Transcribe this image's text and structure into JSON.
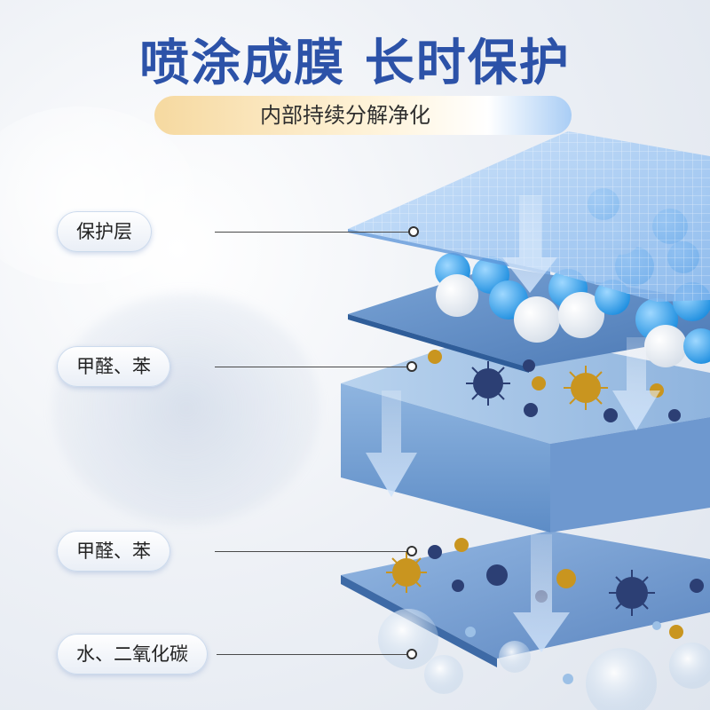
{
  "header": {
    "title": "喷涂成膜 长时保护",
    "subtitle": "内部持续分解净化"
  },
  "labels": [
    {
      "text": "保护层"
    },
    {
      "text": "甲醛、苯"
    },
    {
      "text": "甲醛、苯"
    },
    {
      "text": "水、二氧化碳"
    }
  ],
  "colors": {
    "title": "#2c52a8",
    "layer_top": "#9ec6f3",
    "layer_mid": "#5f8fc8",
    "layer_thick": "#7fa8d8",
    "molecule_blue": "#3ea7ea",
    "molecule_white": "#ffffff",
    "virus_dark": "#2c3f74",
    "virus_gold": "#c9951f"
  },
  "icons": [
    "arrow-down-icon",
    "molecule-icon",
    "virus-icon",
    "bubble-icon"
  ]
}
